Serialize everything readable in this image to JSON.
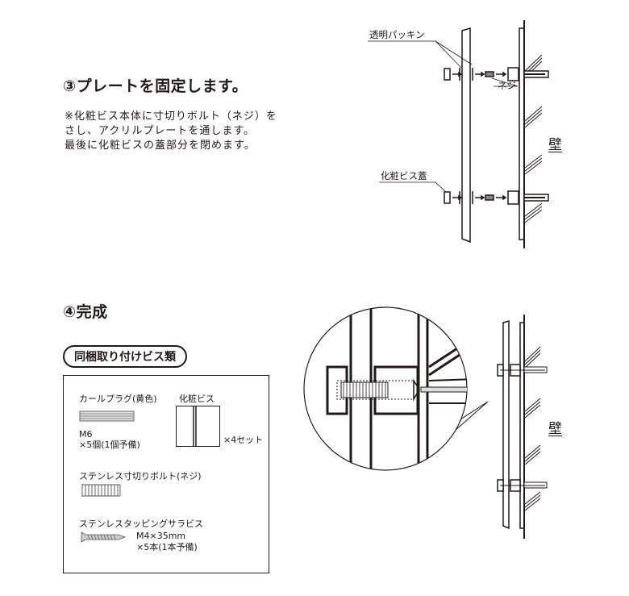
{
  "step3": {
    "title": "③プレートを固定します。",
    "notes": [
      "※化粧ビス本体に寸切りボルト（ネジ）を",
      "さし、アクリルプレートを通します。",
      "最後に化粧ビスの蓋部分を閉めます。"
    ],
    "diagram": {
      "label_packing": "透明パッキン",
      "label_screw": "ネジ",
      "label_cap": "化粧ビス蓋",
      "label_wall": "壁"
    }
  },
  "step4": {
    "title": "④完成",
    "parts_heading": "同梱取り付けビス類",
    "parts": {
      "plug": {
        "name": "カールプラグ(黄色)",
        "size": "M6",
        "qty": "×5個(1個予備)"
      },
      "deco_screw": {
        "name": "化粧ビス",
        "qty": "×4セット"
      },
      "bolt": {
        "name": "ステンレス寸切りボルト(ネジ)"
      },
      "tapping_screw": {
        "name": "ステンレスタッピングサラビス",
        "size": "M4×35mm",
        "qty": "×5本(1本予備)"
      }
    },
    "diagram": {
      "label_wall": "壁"
    }
  },
  "colors": {
    "ink": "#231815",
    "background": "#ffffff",
    "gray": "#888888"
  }
}
